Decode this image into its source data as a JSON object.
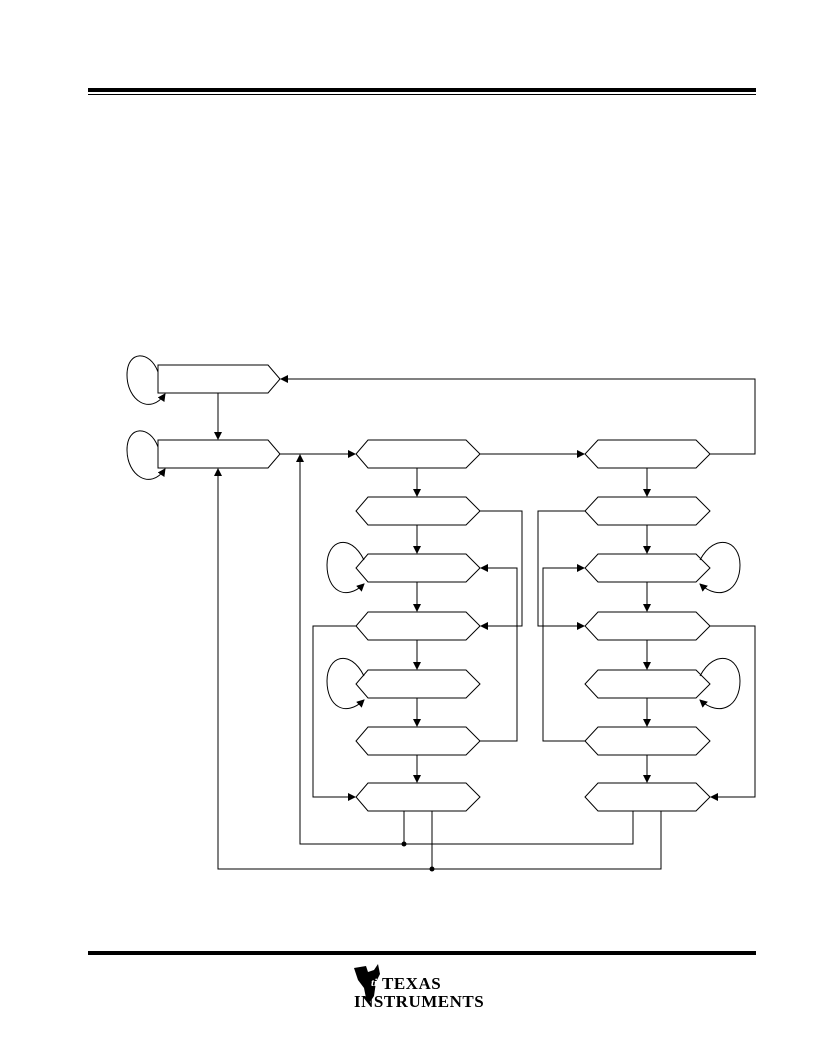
{
  "page": {
    "footer_logo": {
      "line1": "TEXAS",
      "line2": "INSTRUMENTS"
    }
  },
  "diagram": {
    "states": [
      {
        "id": "s1",
        "label": ""
      },
      {
        "id": "s2",
        "label": ""
      },
      {
        "id": "l1",
        "label": ""
      },
      {
        "id": "l2",
        "label": ""
      },
      {
        "id": "l3",
        "label": ""
      },
      {
        "id": "l4",
        "label": ""
      },
      {
        "id": "l5",
        "label": ""
      },
      {
        "id": "l6",
        "label": ""
      },
      {
        "id": "l7",
        "label": ""
      },
      {
        "id": "r1",
        "label": ""
      },
      {
        "id": "r2",
        "label": ""
      },
      {
        "id": "r3",
        "label": ""
      },
      {
        "id": "r4",
        "label": ""
      },
      {
        "id": "r5",
        "label": ""
      },
      {
        "id": "r6",
        "label": ""
      },
      {
        "id": "r7",
        "label": ""
      }
    ]
  }
}
